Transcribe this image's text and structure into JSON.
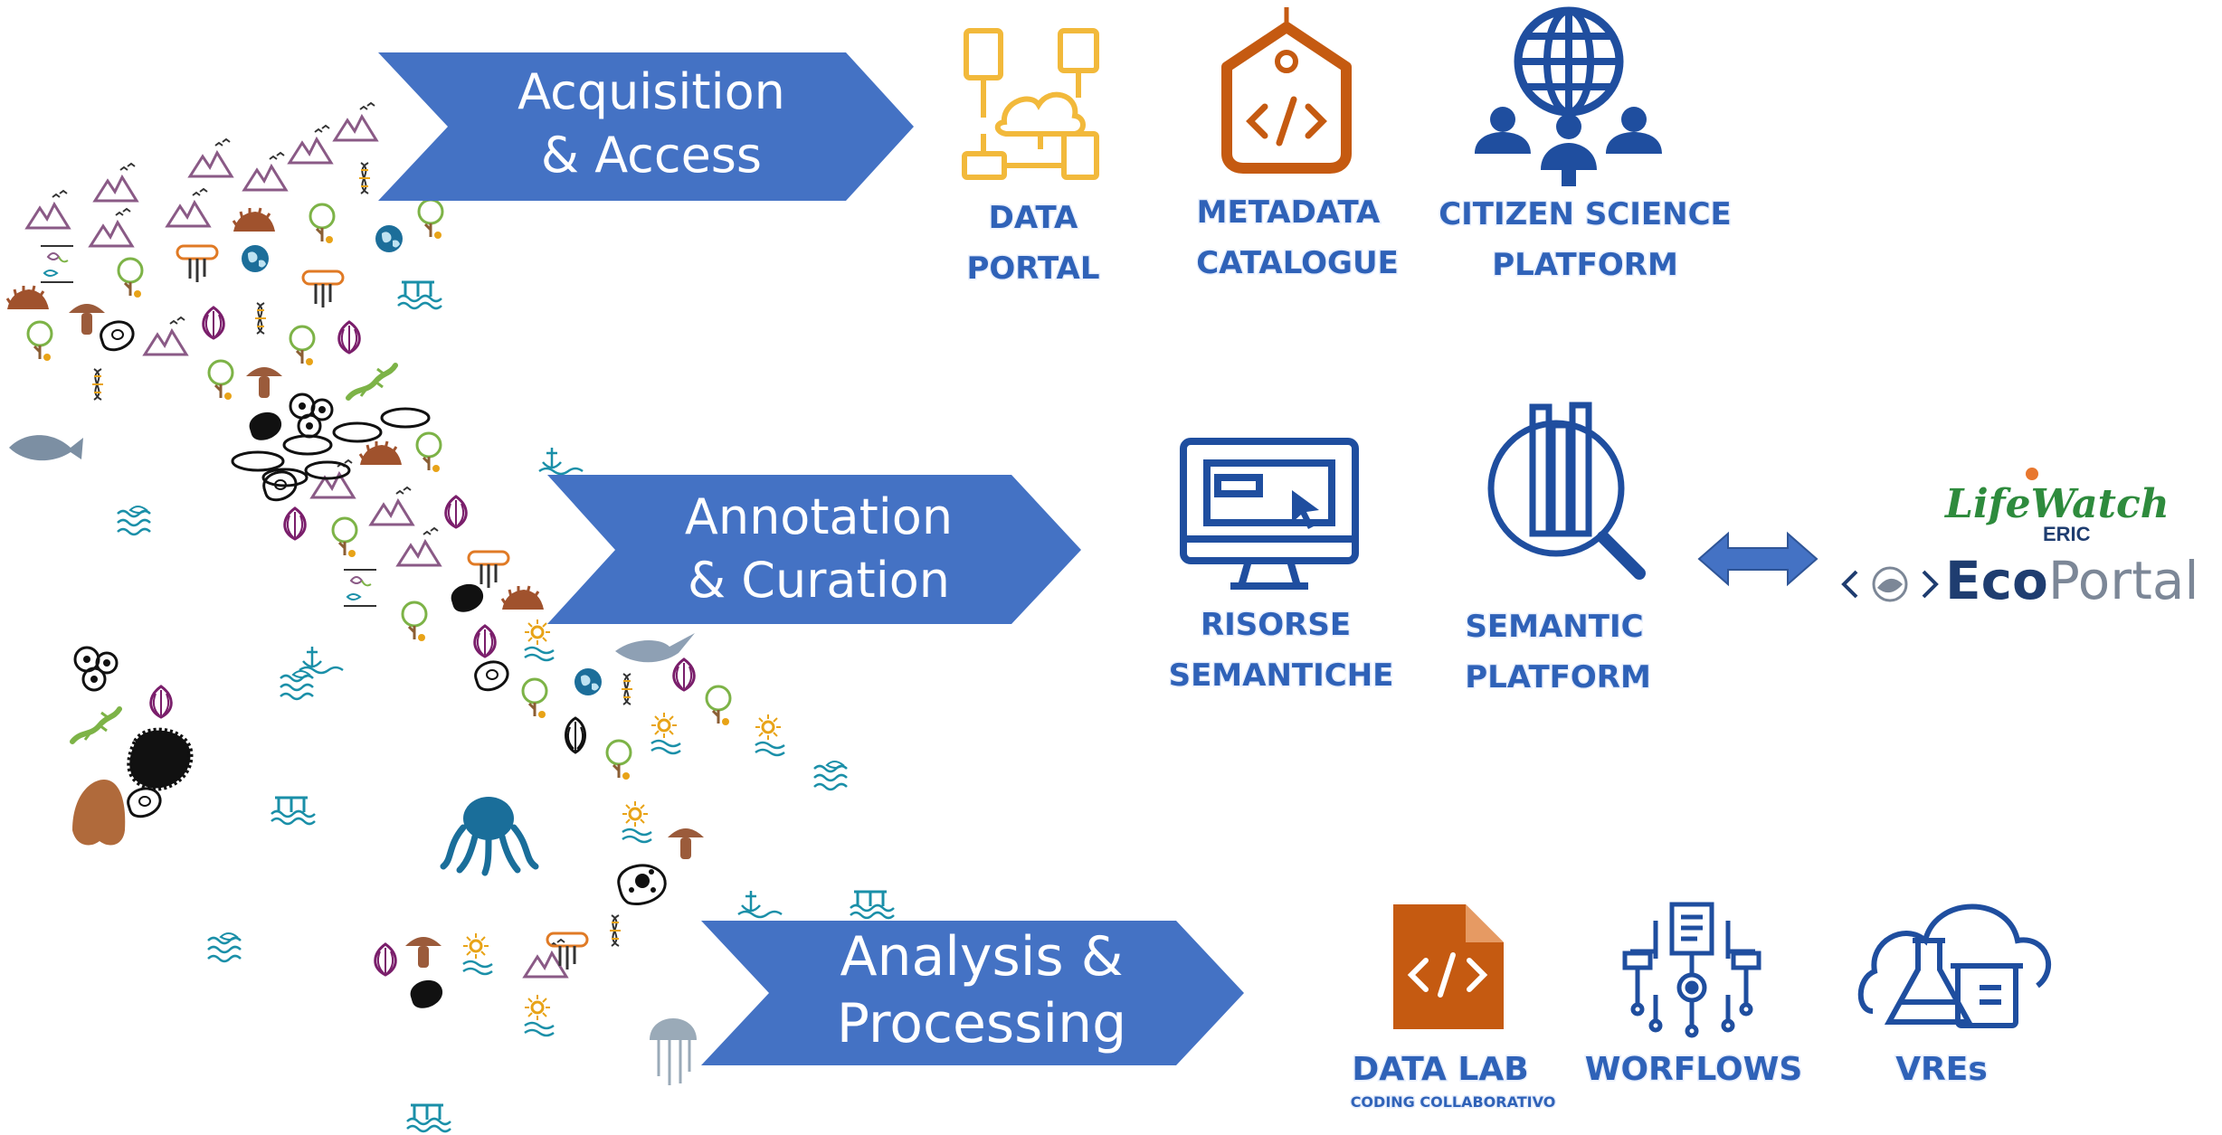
{
  "stages": {
    "acquisition": {
      "line1": "Acquisition",
      "line2": "& Access"
    },
    "annotation": {
      "line1": "Annotation",
      "line2": "& Curation"
    },
    "analysis": {
      "line1": "Analysis &",
      "line2": "Processing"
    }
  },
  "tools": {
    "data_portal": {
      "line1": "DATA",
      "line2": "PORTAL"
    },
    "metadata_catalogue": {
      "line1": "METADATA",
      "line2": "CATALOGUE"
    },
    "citizen_science": {
      "line1": "CITIZEN SCIENCE",
      "line2": "PLATFORM"
    },
    "risorse_semantiche": {
      "line1": "RISORSE",
      "line2": "SEMANTICHE"
    },
    "semantic_platform": {
      "line1": "SEMANTIC",
      "line2": "PLATFORM"
    },
    "data_lab": {
      "line1": "DATA LAB",
      "subtitle": "CODING COLLABORATIVO"
    },
    "workflows": {
      "label": "WORFLOWS"
    },
    "vres": {
      "label": "VREs"
    }
  },
  "logos": {
    "lifewatch_name": "LifeWatch",
    "lifewatch_eric": "ERIC",
    "ecoportal_bold": "Eco",
    "ecoportal_light": "Portal"
  },
  "colors": {
    "arrow_blue": "#4472c4",
    "label_blue": "#2f62b8",
    "icon_yellow": "#f2b93b",
    "icon_orange": "#c55a11",
    "icon_blue": "#1f4e9f",
    "ecoportal_navy": "#1f3d70"
  }
}
